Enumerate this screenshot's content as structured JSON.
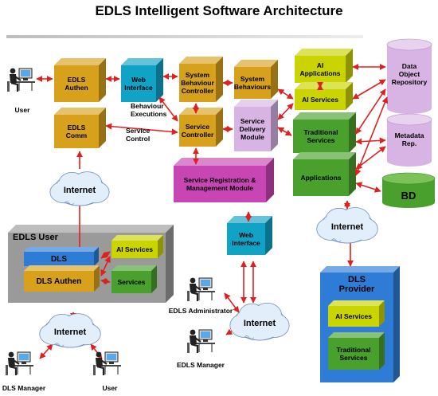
{
  "title": "EDLS Intelligent Software Architecture",
  "nodes": {
    "edls_authen": "EDLS\nAuthen",
    "web_interface_top": "Web\nInterface",
    "system_behaviour_controller": "System\nBehaviour\nController",
    "system_behaviours": "System\nBehaviours",
    "ai_applications": "AI\nApplications",
    "data_object_repository": "Data\nObject\nRepository",
    "edls_comm": "EDLS\nComm",
    "service_controller": "Service\nController",
    "service_delivery_module": "Service\nDelivery\nModule",
    "ai_services_top": "AI Services",
    "traditional_services_top": "Traditional\nServices",
    "metadata_rep": "Metadata\nRep.",
    "applications": "Applications",
    "bd": "BD",
    "service_registration": "Service Registration &\nManagement Module",
    "web_interface_mid": "Web\nInterface",
    "edls_user_title": "EDLS User",
    "dls": "DLS",
    "dls_authen": "DLS Authen",
    "ai_services_user": "AI Services",
    "services_user": "Services",
    "dls_provider": "DLS\nProvider",
    "ai_services_provider": "AI Services",
    "traditional_services_provider": "Traditional\nServices"
  },
  "edge_labels": {
    "behaviour_executions": "Behaviour\nExecutions",
    "service_control": "Service\nControl"
  },
  "clouds": {
    "internet_left": "Internet",
    "internet_bottom_left": "Internet",
    "internet_right": "Internet",
    "internet_center": "Internet"
  },
  "actors": {
    "user_top": "User",
    "edls_administrator": "EDLS Administrator",
    "edls_manager": "EDLS Manager",
    "dls_manager": "DLS Manager",
    "user_bottom": "User"
  },
  "colors": {
    "gold": "#d7a11c",
    "cyan": "#11a3c6",
    "yellow_green": "#c9d400",
    "green": "#4aa02c",
    "magenta": "#c846b4",
    "violet": "#d8b4e4",
    "blue": "#2e7cd5",
    "gray": "#9a9a9a",
    "arrow": "#e02020",
    "cloud": "#e3eefb"
  },
  "icons": {
    "actor": "person-at-computer-icon",
    "cloud": "cloud-icon"
  }
}
